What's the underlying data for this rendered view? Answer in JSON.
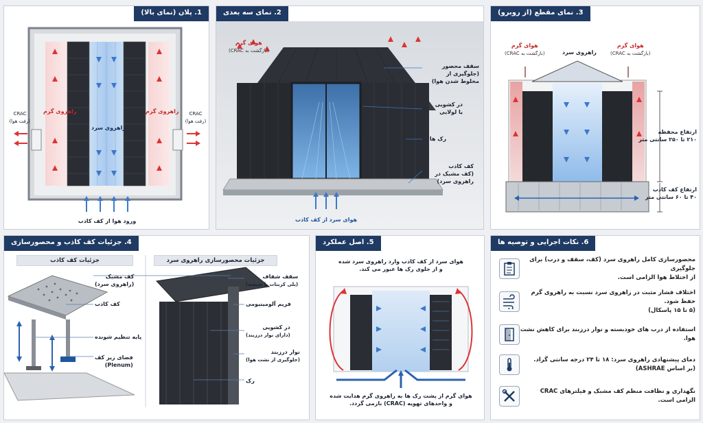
{
  "panel1": {
    "title": "1. پلان (نمای بالا)",
    "hot_aisle_left": "راهروی گرم",
    "hot_aisle_right": "راهروی گرم",
    "cold_aisle": "راهروی سرد",
    "crac_left": "CRAC",
    "crac_left_sub": "(رفت هوا)",
    "crac_right": "CRAC",
    "crac_right_sub": "(رفت هوا)",
    "floor_inlet": "ورود هوا از کف کاذب"
  },
  "panel2": {
    "title": "2. نمای سه بعدی",
    "hot_air": "هوای گرم",
    "hot_air_sub": "(بازگشت به CRAC)",
    "ceiling": "سقف محصور",
    "ceiling_sub1": "(جلوگیری از",
    "ceiling_sub2": "مخلوط شدن هوا)",
    "door": "در کشویی",
    "door_sub": "یا لولایی",
    "racks": "رک ها",
    "floor": "کف کاذب",
    "floor_sub1": "(کف مشبک در",
    "floor_sub2": "راهروی سرد)",
    "cold_from_floor": "هوای سرد از کف کاذب"
  },
  "panel3": {
    "title": "3. نمای مقطع (از روبرو)",
    "hot_left": "هوای گرم",
    "hot_left_sub": "(بازگشت به CRAC)",
    "hot_right": "هوای گرم",
    "hot_right_sub": "(بازگشت به CRAC)",
    "cold_aisle": "راهروی سرد",
    "enc_height": "ارتفاع محفظه",
    "enc_height_val": "۲۱۰ تا ۲۵۰ سانتی متر",
    "floor_height": "ارتفاع کف کاذب",
    "floor_height_val": "۴۰ تا ۶۰ سانتی متر"
  },
  "panel4": {
    "title": "4. جزئیات کف کاذب و محصورسازی",
    "sub_floor": "جزئیات کف کاذب",
    "sub_enclosure": "جزئیات محصورسازی راهروی سرد",
    "perforated": "کف مشبک",
    "perforated_sub": "(راهروی سرد)",
    "raised_floor": "کف کاذب",
    "pedestal": "پایه تنظیم شونده",
    "plenum": "فضای زیر کف",
    "plenum_sub": "(Plenum)",
    "transparent_ceiling": "سقف شفاف",
    "transparent_ceiling_sub": "(پلی کربنات یا شیشه)",
    "aluminum_frame": "فریم آلومینیومی",
    "sliding_door": "در کشویی",
    "sliding_door_sub": "(دارای نوار درزبند)",
    "seal_strip": "نوار درزبند",
    "seal_strip_sub": "(جلوگیری از نشت هوا)",
    "rack": "رک"
  },
  "panel5": {
    "title": "5. اصل عملکرد",
    "top_text1": "هوای سرد از کف کاذب وارد راهروی سرد شده",
    "top_text2": "و از جلوی رک ها عبور می کند.",
    "bottom_text1": "هوای گرم از پشت رک ها به راهروی گرم هدایت شده",
    "bottom_text2": "و واحدهای تهویه (CRAC) بازمی گردد."
  },
  "panel6": {
    "title": "6. نکات اجرایی و توصیه ها",
    "tips": [
      {
        "line1": "محصورسازی کامل راهروی سرد (کف، سقف و درب) برای جلوگیری",
        "line2": "از اختلاط هوا الزامی است.",
        "icon": "checklist-icon"
      },
      {
        "line1": "اختلاف فشار مثبت در راهروی سرد نسبت به راهروی گرم حفظ شود.",
        "line2": "(۵ تا ۱۵ پاسکال)",
        "icon": "airflow-icon"
      },
      {
        "line1": "استفاده از درب های خودبسته و نوار درزبند برای کاهش نشت هوا.",
        "line2": "",
        "icon": "door-icon"
      },
      {
        "line1": "دمای پیشنهادی راهروی سرد:  ۱۸ تا ۲۴ درجه سانتی گراد.",
        "line2": "(بر اساس ASHRAE)",
        "icon": "thermometer-icon"
      },
      {
        "line1": "نگهداری و نظافت منظم کف مشبک و فیلترهای CRAC الزامی است.",
        "line2": "",
        "icon": "tools-icon"
      }
    ]
  },
  "colors": {
    "hot": "#c62828",
    "cold": "#1e56a0",
    "title_bg": "#1f3a63"
  }
}
